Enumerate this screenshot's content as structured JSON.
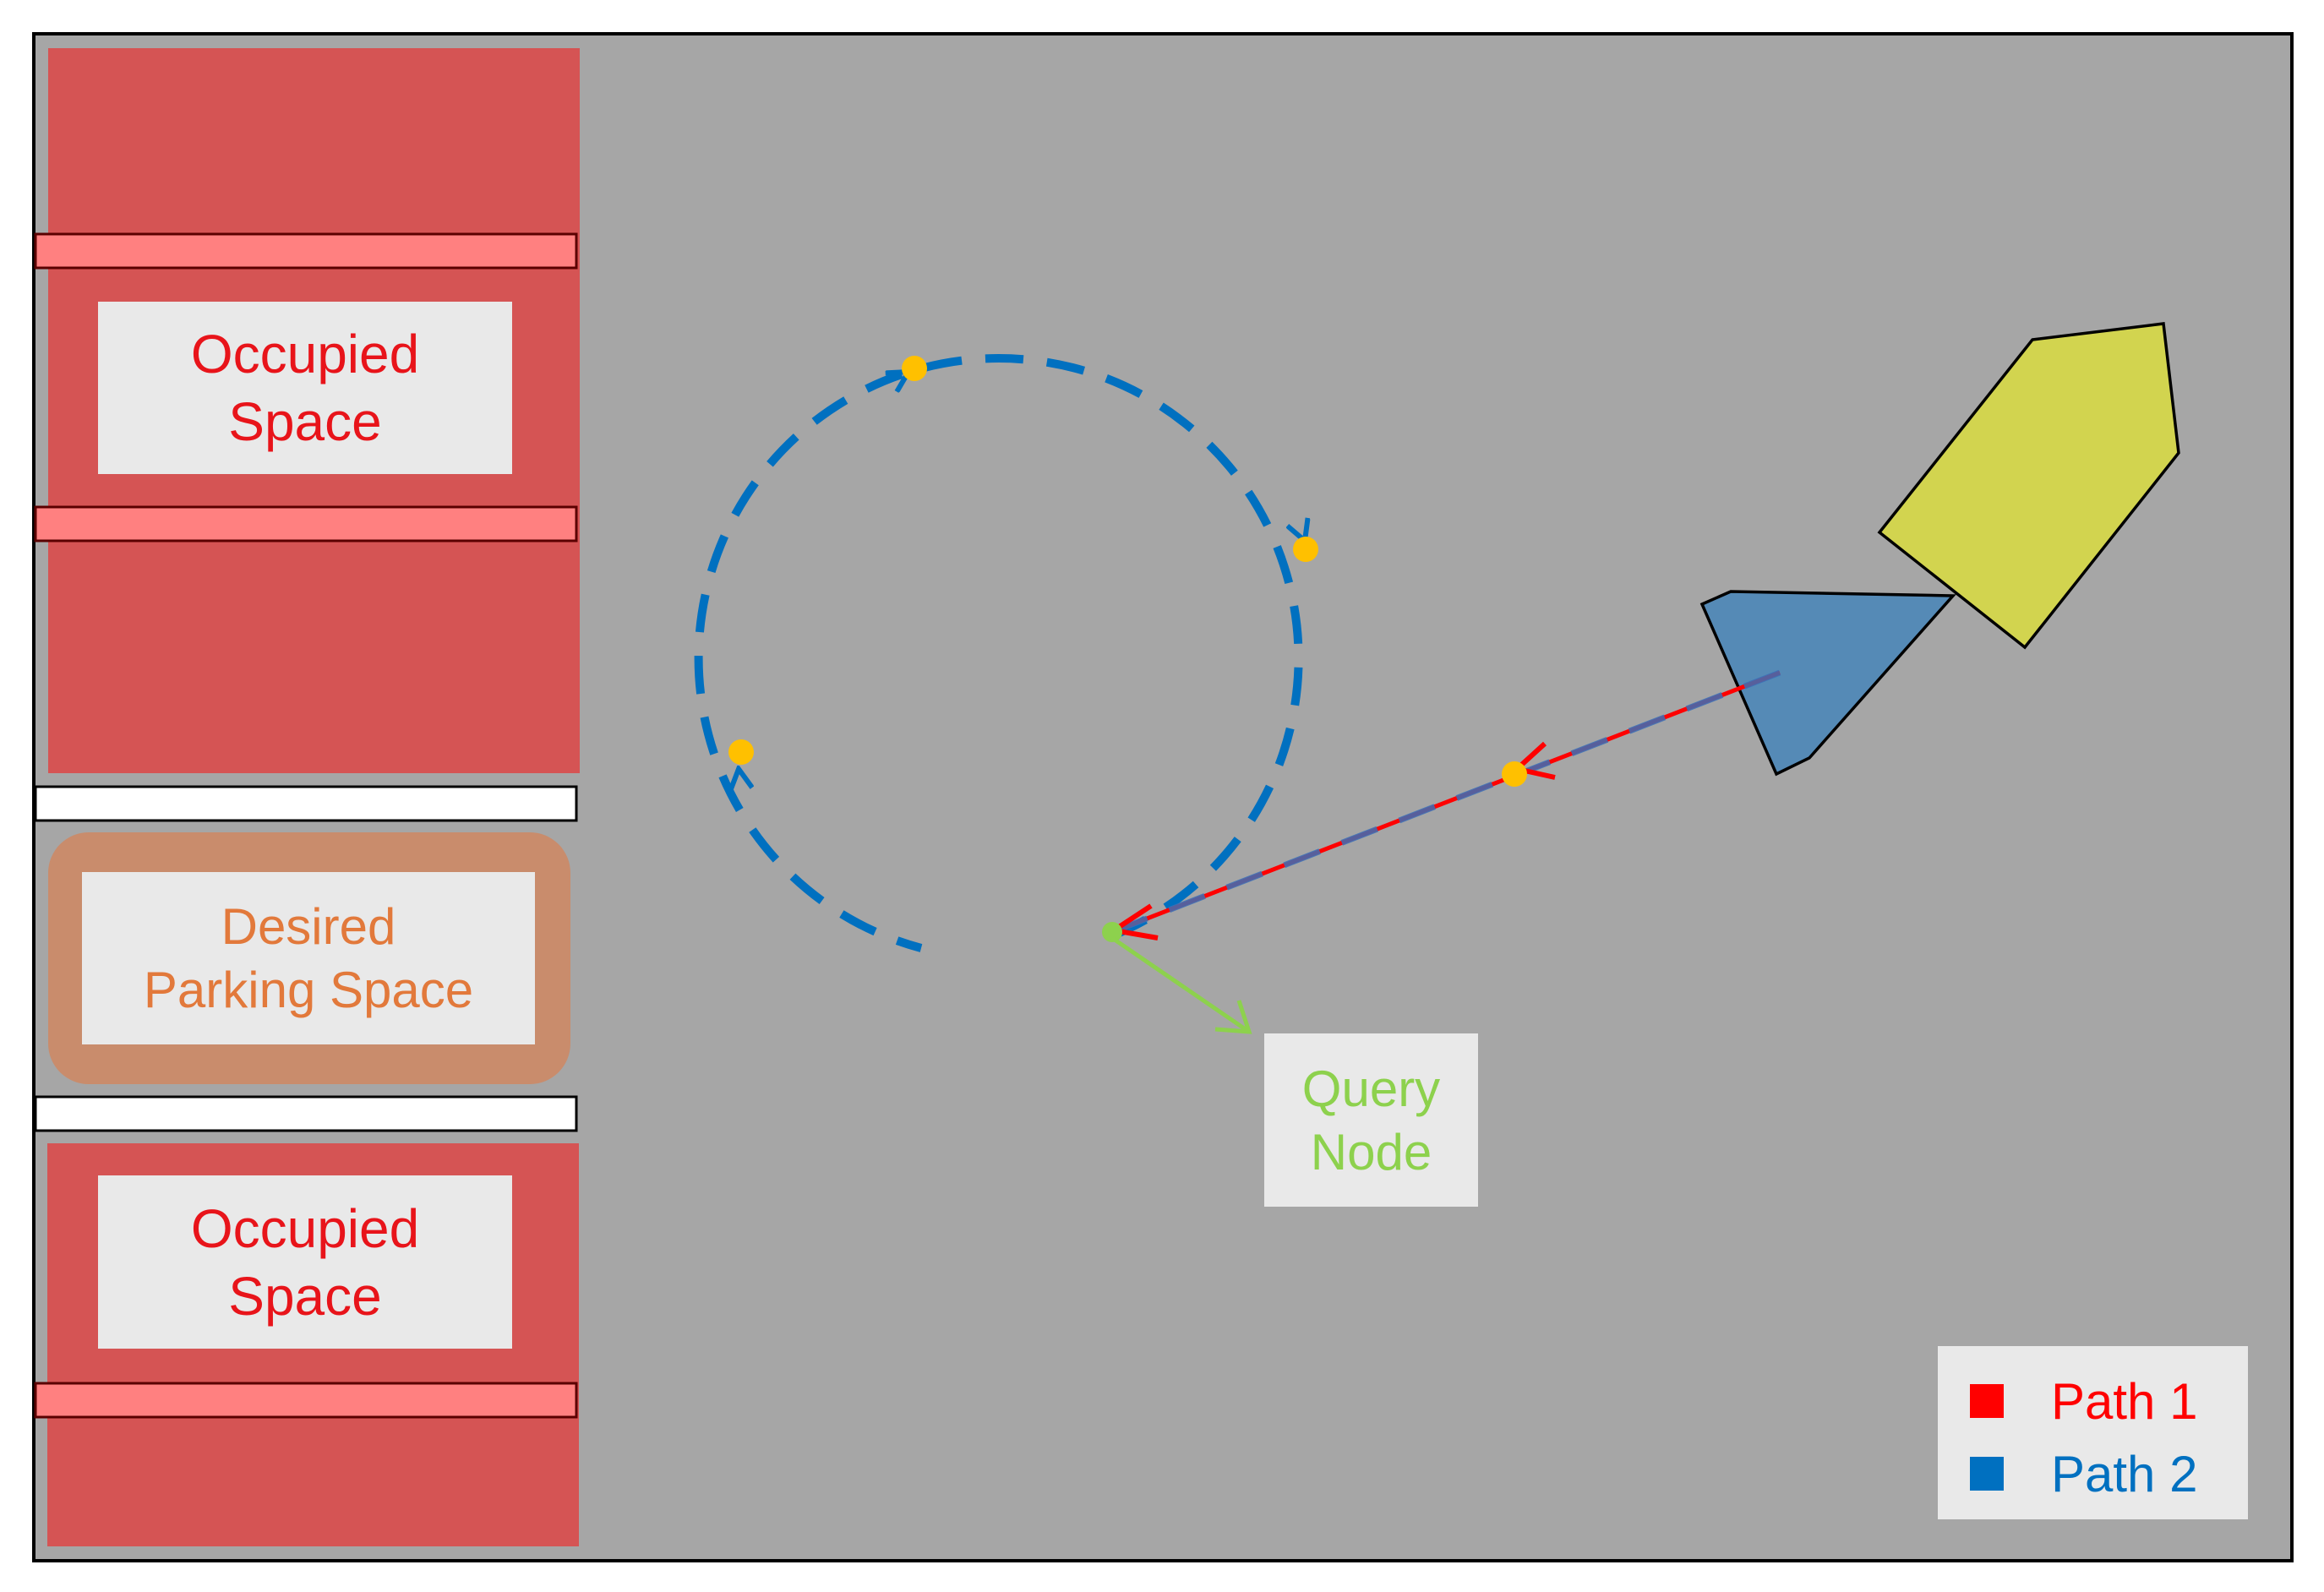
{
  "labels": {
    "occupied_top": [
      "Occupied",
      "Space"
    ],
    "desired": [
      "Desired",
      "Parking Space"
    ],
    "occupied_bottom": [
      "Occupied",
      "Space"
    ],
    "query_node": [
      "Query",
      "Node"
    ]
  },
  "legend": [
    {
      "label": "Path 1",
      "color": "#ff0000"
    },
    {
      "label": "Path 2",
      "color": "#0070c0"
    }
  ],
  "colors": {
    "ground": "#a6a6a6",
    "occupied": "#d55454",
    "stripe": "#ff8080",
    "desired_border": "#c98c6c",
    "path1": "#ff0000",
    "path2": "#0070c0",
    "waypoint": "#ffc000",
    "query_arrow": "#8dd14d",
    "vehicle_cab": "#558ab6",
    "vehicle_trailer": "#d2d44f"
  }
}
